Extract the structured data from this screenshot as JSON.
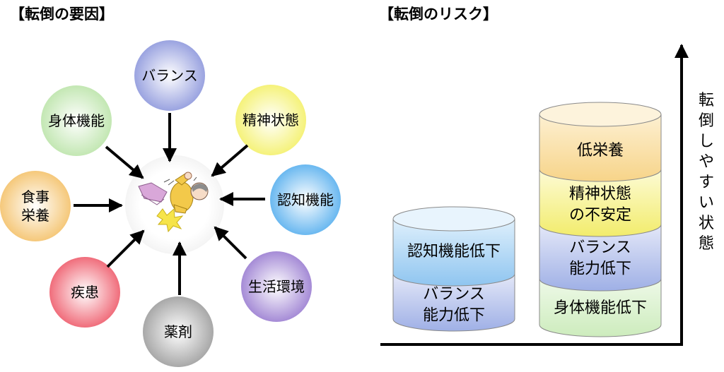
{
  "left": {
    "title": "【転倒の要因】",
    "factors": {
      "balance": "バランス",
      "mental": "精神状態",
      "cognitive": "認知機能",
      "environment": "生活環境",
      "medication": "薬剤",
      "disease": "疾患",
      "nutrition": "食事\n栄養",
      "physical": "身体機能"
    },
    "colors": {
      "balance": "#9aa3e0",
      "mental": "#f5f27a",
      "cognitive": "#6ab8f0",
      "environment": "#a58bd6",
      "medication": "#a8a8a8",
      "disease": "#f06d7b",
      "nutrition": "#f5c87a",
      "physical": "#c3e7b3"
    }
  },
  "right": {
    "title": "【転倒のリスク】",
    "axis_label": "転倒しやすい状態",
    "short_cylinder": {
      "top": "認知機能低下",
      "bottom": "バランス\n能力低下"
    },
    "tall_cylinder": {
      "top": "低栄養",
      "upper_mid": "精神状態\nの不安定",
      "lower_mid": "バランス\n能力低下",
      "bottom": "身体機能低下"
    },
    "colors": {
      "blue": "#8fc5f0",
      "lavender": "#9fb0e6",
      "orange": "#f7d489",
      "yellow": "#f7f27f",
      "green": "#cdecbd"
    }
  }
}
